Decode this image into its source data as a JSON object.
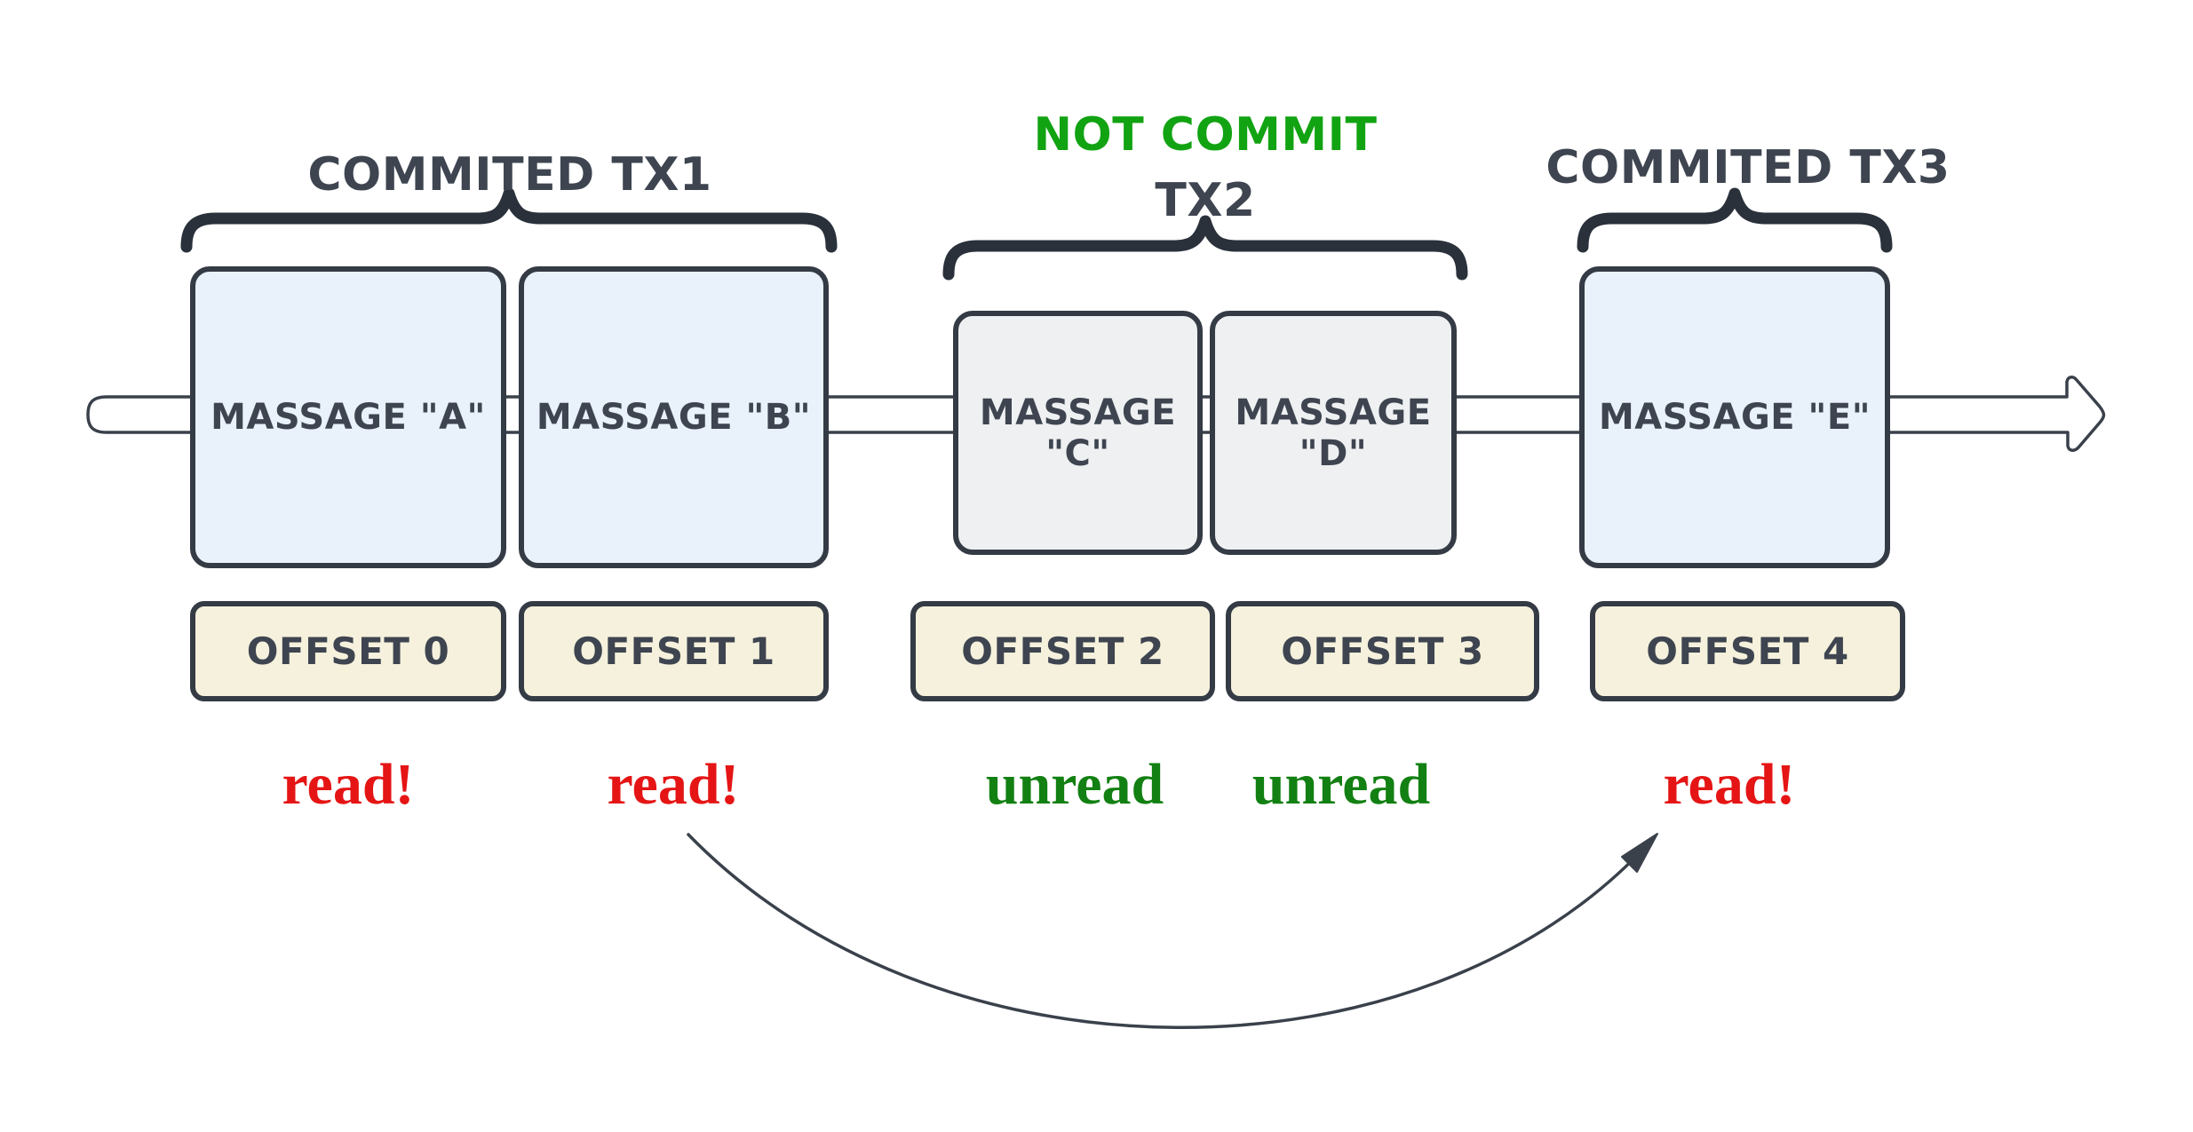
{
  "canvas": {
    "background": "#ffffff"
  },
  "colors": {
    "stroke_dark": "#343b45",
    "brace_dark": "#2a313b",
    "text_dark": "#3e4550",
    "committed_fill": "#e9f1fb",
    "uncommitted_fill": "#eef0f2",
    "offset_fill": "#f5f1dc",
    "read_red": "#e51515",
    "not_commit_green": "#12a312",
    "unread_green": "#128012"
  },
  "groups": [
    {
      "id": "tx1",
      "lines": [
        {
          "text": "COMMITED TX1",
          "color": "dark"
        }
      ]
    },
    {
      "id": "tx2",
      "lines": [
        {
          "text": "NOT COMMIT",
          "color": "green"
        },
        {
          "text": "TX2",
          "color": "dark"
        }
      ]
    },
    {
      "id": "tx3",
      "lines": [
        {
          "text": "COMMITED TX3",
          "color": "dark"
        }
      ]
    }
  ],
  "messages": [
    {
      "label": "MASSAGE \"A\"",
      "state": "committed"
    },
    {
      "label": "MASSAGE \"B\"",
      "state": "committed"
    },
    {
      "label": "MASSAGE \"C\"",
      "state": "not-committed"
    },
    {
      "label": "MASSAGE \"D\"",
      "state": "not-committed"
    },
    {
      "label": "MASSAGE \"E\"",
      "state": "committed"
    }
  ],
  "offsets": [
    {
      "label": "OFFSET 0"
    },
    {
      "label": "OFFSET 1"
    },
    {
      "label": "OFFSET 2"
    },
    {
      "label": "OFFSET 3"
    },
    {
      "label": "OFFSET 4"
    }
  ],
  "statuses": [
    {
      "text": "read!",
      "tone": "read"
    },
    {
      "text": "read!",
      "tone": "read"
    },
    {
      "text": "unread",
      "tone": "unread"
    },
    {
      "text": "unread",
      "tone": "unread"
    },
    {
      "text": "read!",
      "tone": "read"
    }
  ],
  "skip_arrow": {
    "from_offset": "OFFSET 1",
    "to_offset": "OFFSET 4"
  },
  "timeline": {
    "direction": "left-to-right"
  }
}
